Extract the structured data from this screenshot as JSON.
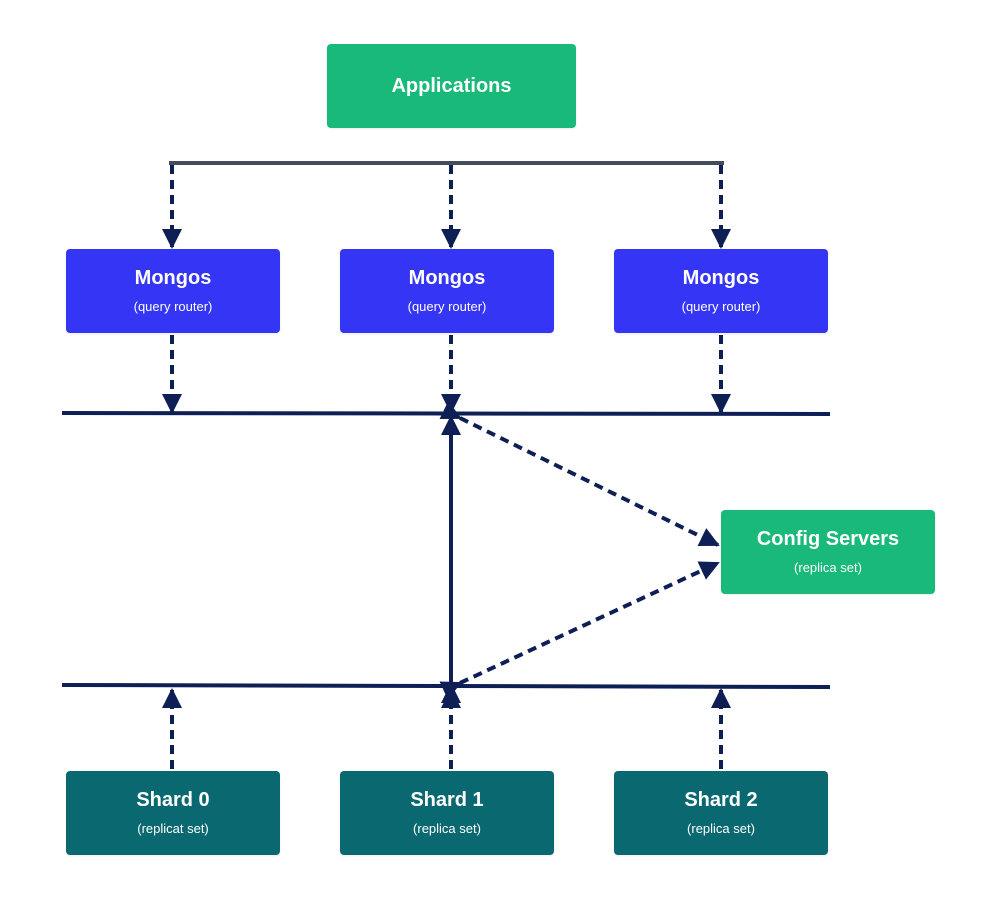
{
  "applications": {
    "label": "Applications"
  },
  "routers": [
    {
      "title": "Mongos",
      "subtitle": "(query router)"
    },
    {
      "title": "Mongos",
      "subtitle": "(query router)"
    },
    {
      "title": "Mongos",
      "subtitle": "(query router)"
    }
  ],
  "config_servers": {
    "title": "Config Servers",
    "subtitle": "(replica set)"
  },
  "shards": [
    {
      "title": "Shard 0",
      "subtitle": "(replicat set)"
    },
    {
      "title": "Shard 1",
      "subtitle": "(replica set)"
    },
    {
      "title": "Shard 2",
      "subtitle": "(replica set)"
    }
  ],
  "colors": {
    "applications": "#19b97a",
    "mongos": "#3535f5",
    "config_servers": "#19b97a",
    "shard": "#0a6970",
    "connector": "#0e1f56",
    "top_bus": "#444b5a"
  }
}
